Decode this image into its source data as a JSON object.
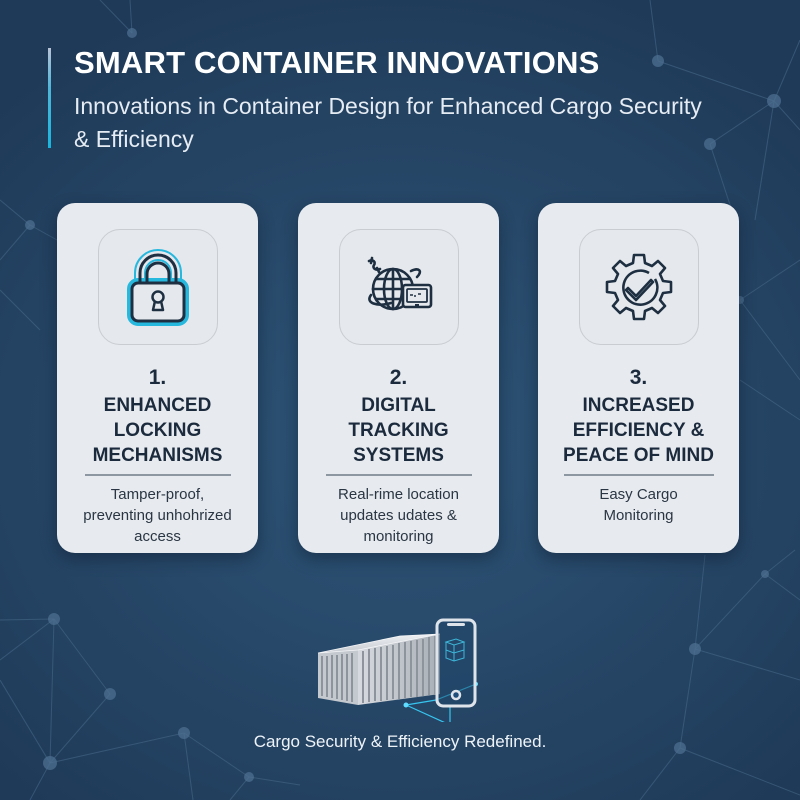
{
  "header": {
    "title": "SMART CONTAINER INNOVATIONS",
    "subtitle": "Innovations in Container Design for Enhanced Cargo Security & Efficiency"
  },
  "cards": [
    {
      "number": "1.",
      "title": "ENHANCED\nLOCKING\nMECHANISMS",
      "description": "Tamper-proof,\npreventing unhohrized\naccess",
      "icon": "padlock-icon"
    },
    {
      "number": "2.",
      "title": "DIGITAL\nTRACKING\nSYSTEMS",
      "description": "Real-rime location\nupdates udates &\nmonitoring",
      "icon": "globe-monitor-icon"
    },
    {
      "number": "3.",
      "title": "INCREASED\nEFFICIENCY &\nPEACE OF MIND",
      "description": "Easy Cargo\nMonitoring",
      "icon": "gear-check-icon"
    }
  ],
  "hero": {
    "illustration": "shipping-container-with-smartphone"
  },
  "footer": {
    "tagline": "Cargo Security & Efficiency Redefined."
  },
  "colors": {
    "background": "#28496a",
    "card": "#e7eaee",
    "accent": "#19b5de",
    "text_dark": "#1b2b3d",
    "text_light": "#ffffff"
  }
}
